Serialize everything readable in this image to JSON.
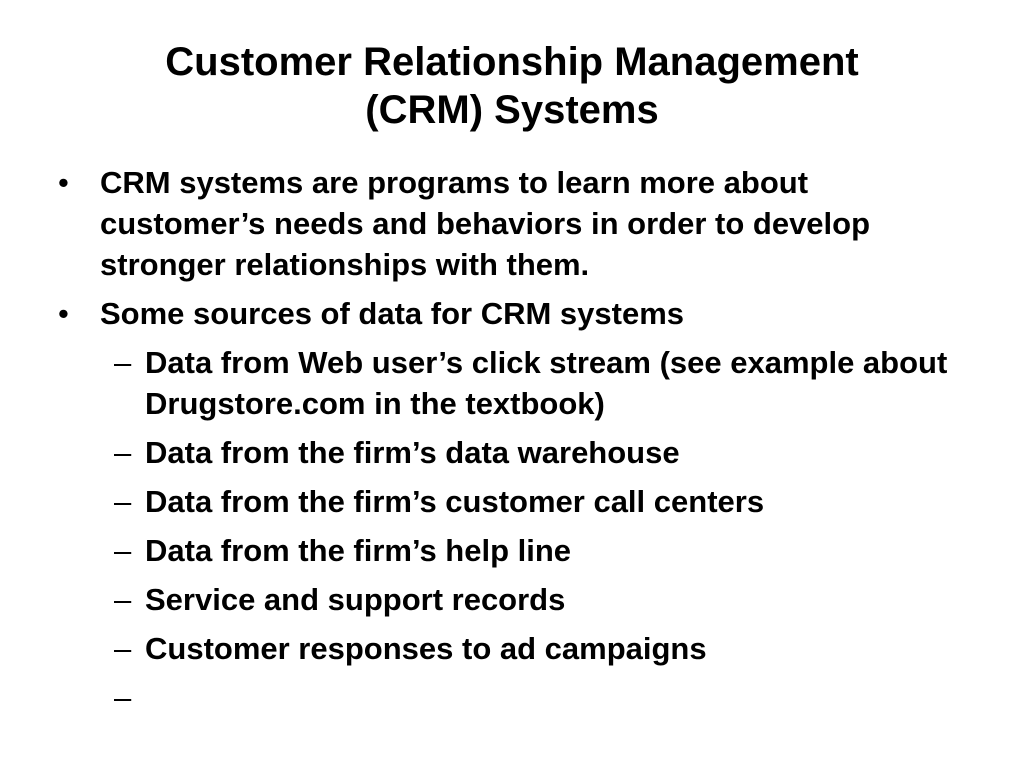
{
  "slide": {
    "title_line1": "Customer Relationship Management",
    "title_line2": "(CRM) Systems",
    "bullet_marker": "•",
    "sub_marker": "–",
    "bullets": [
      {
        "text": "CRM systems are programs to learn more about customer’s needs and behaviors in order to develop stronger relationships with them."
      },
      {
        "text": "Some sources of data for CRM systems",
        "subs": [
          "Data from Web user’s click stream (see example about Drugstore.com in the textbook)",
          "Data from the firm’s data warehouse",
          "Data from the firm’s customer call centers",
          "Data from the firm’s help line",
          "Service and support records",
          "Customer responses to ad campaigns",
          ""
        ]
      }
    ]
  }
}
